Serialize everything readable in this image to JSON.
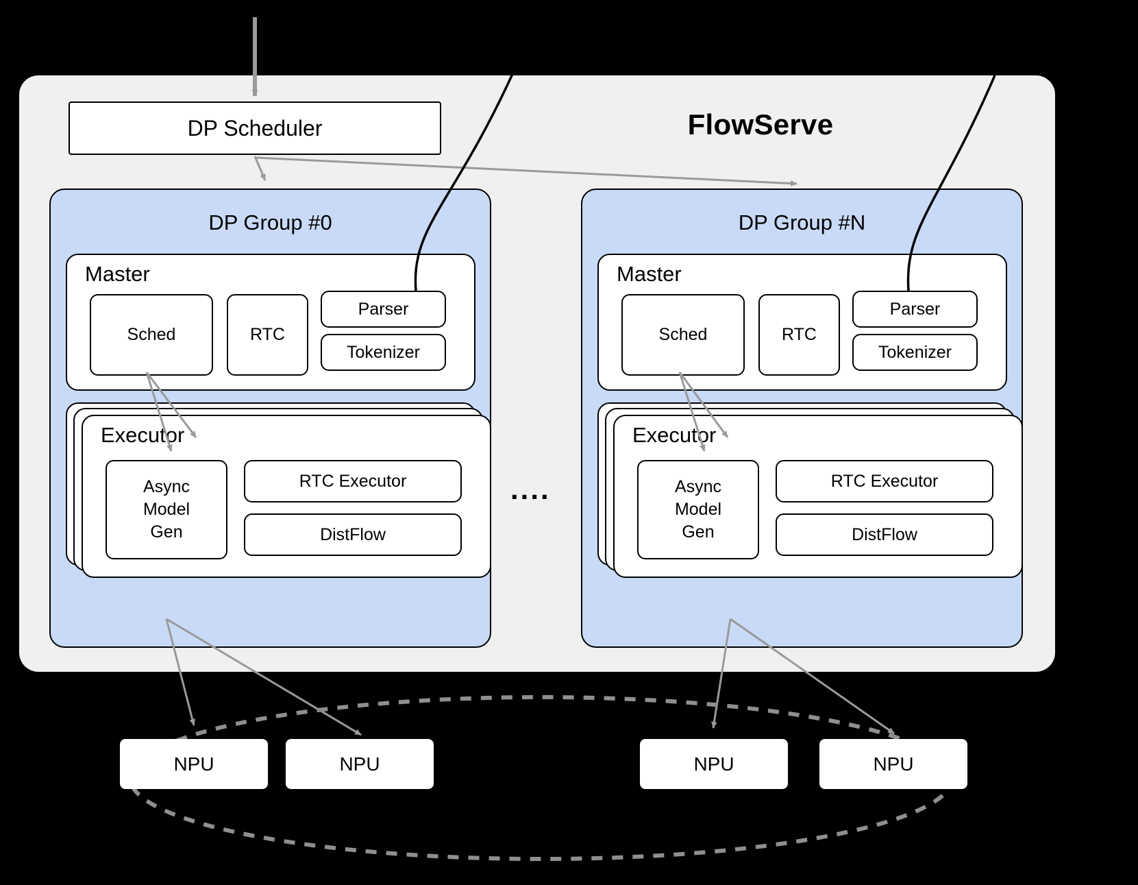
{
  "diagram": {
    "title": "FlowServe",
    "background_color": "#000000",
    "panel_color": "#f0f0f0",
    "group_color": "#c9daf8",
    "arrow_color": "#999999",
    "edge_color": "#000000"
  },
  "scheduler": {
    "label": "DP Scheduler"
  },
  "groups": [
    {
      "title": "DP Group #0",
      "master": {
        "label": "Master",
        "components": [
          {
            "label": "Sched"
          },
          {
            "label": "RTC"
          },
          {
            "label": "Parser"
          },
          {
            "label": "Tokenizer"
          }
        ]
      },
      "executor": {
        "label": "Executor",
        "components": [
          {
            "label": "Async\nModel\nGen",
            "line1": "Async",
            "line2": "Model",
            "line3": "Gen"
          },
          {
            "label": "RTC Executor"
          },
          {
            "label": "DistFlow"
          }
        ]
      }
    },
    {
      "title": "DP Group #N",
      "master": {
        "label": "Master",
        "components": [
          {
            "label": "Sched"
          },
          {
            "label": "RTC"
          },
          {
            "label": "Parser"
          },
          {
            "label": "Tokenizer"
          }
        ]
      },
      "executor": {
        "label": "Executor",
        "components": [
          {
            "label": "Async\nModel\nGen",
            "line1": "Async",
            "line2": "Model",
            "line3": "Gen"
          },
          {
            "label": "RTC Executor"
          },
          {
            "label": "DistFlow"
          }
        ]
      }
    }
  ],
  "separator": {
    "label": "...."
  },
  "npus": [
    {
      "label": "NPU"
    },
    {
      "label": "NPU"
    },
    {
      "label": "NPU"
    },
    {
      "label": "NPU"
    }
  ]
}
